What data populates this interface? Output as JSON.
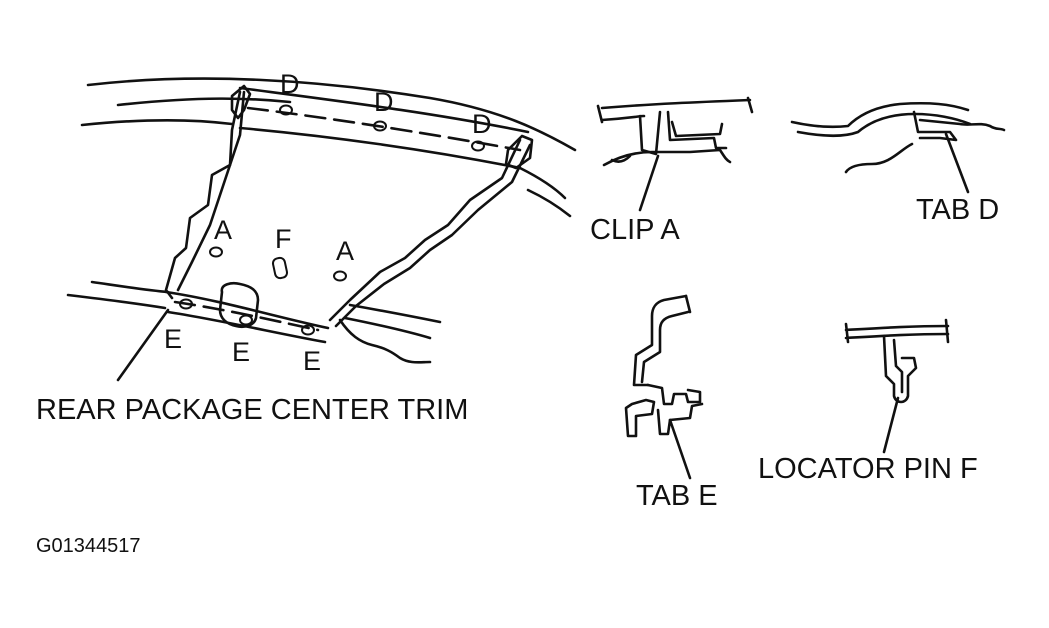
{
  "diagram": {
    "main_view": {
      "point_labels": {
        "d1": "D",
        "d2": "D",
        "d3": "D",
        "a1": "A",
        "f": "F",
        "a2": "A",
        "e1": "E",
        "e2": "E",
        "e3": "E"
      },
      "caption": "REAR PACKAGE CENTER TRIM"
    },
    "details": {
      "clip_a": "CLIP A",
      "tab_d": "TAB D",
      "tab_e": "TAB E",
      "locator_pin_f": "LOCATOR PIN F"
    },
    "figure_code": "G01344517"
  }
}
